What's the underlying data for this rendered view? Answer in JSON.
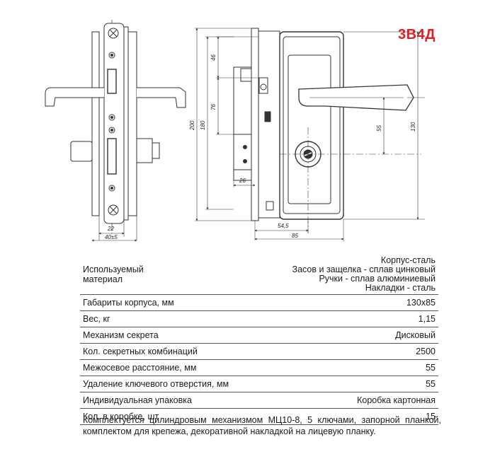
{
  "model": "3В4Д",
  "dimensions": {
    "d22": "22",
    "d40": "40±5",
    "d46": "46",
    "d76": "76",
    "d200": "200",
    "d180": "180",
    "d26": "26",
    "d545": "54,5",
    "d85": "85",
    "d55": "55",
    "d130": "130"
  },
  "specs": {
    "material_label": "Используемый\nматериал",
    "material_label_line1": "Используемый",
    "material_label_line2": "материал",
    "material_values": [
      "Корпус-сталь",
      "Засов и защелка - сплав цинковый",
      "Ручки  - сплав алюминиевый",
      "Накладки - сталь"
    ],
    "rows": [
      {
        "label": "Габариты корпуса, мм",
        "value": "130х85"
      },
      {
        "label": "Вес, кг",
        "value": "1,15"
      },
      {
        "label": "Механизм секрета",
        "value": "Дисковый"
      },
      {
        "label": "Кол. секретных комбинаций",
        "value": "2500"
      },
      {
        "label": "Межосевое расстояние, мм",
        "value": "55"
      },
      {
        "label": "Удаление ключевого отверстия, мм",
        "value": "55"
      },
      {
        "label": "Индивидуальная упаковка",
        "value": "Коробка картонная"
      },
      {
        "label": "Кол. в коробке, шт",
        "value": "15"
      }
    ]
  },
  "note": "Комплектуется цилиндровым механизмом МЦ10-8, 5 ключами, запорной планкой, комплектом для крепежа, декоративной накладкой на лицевую планку."
}
